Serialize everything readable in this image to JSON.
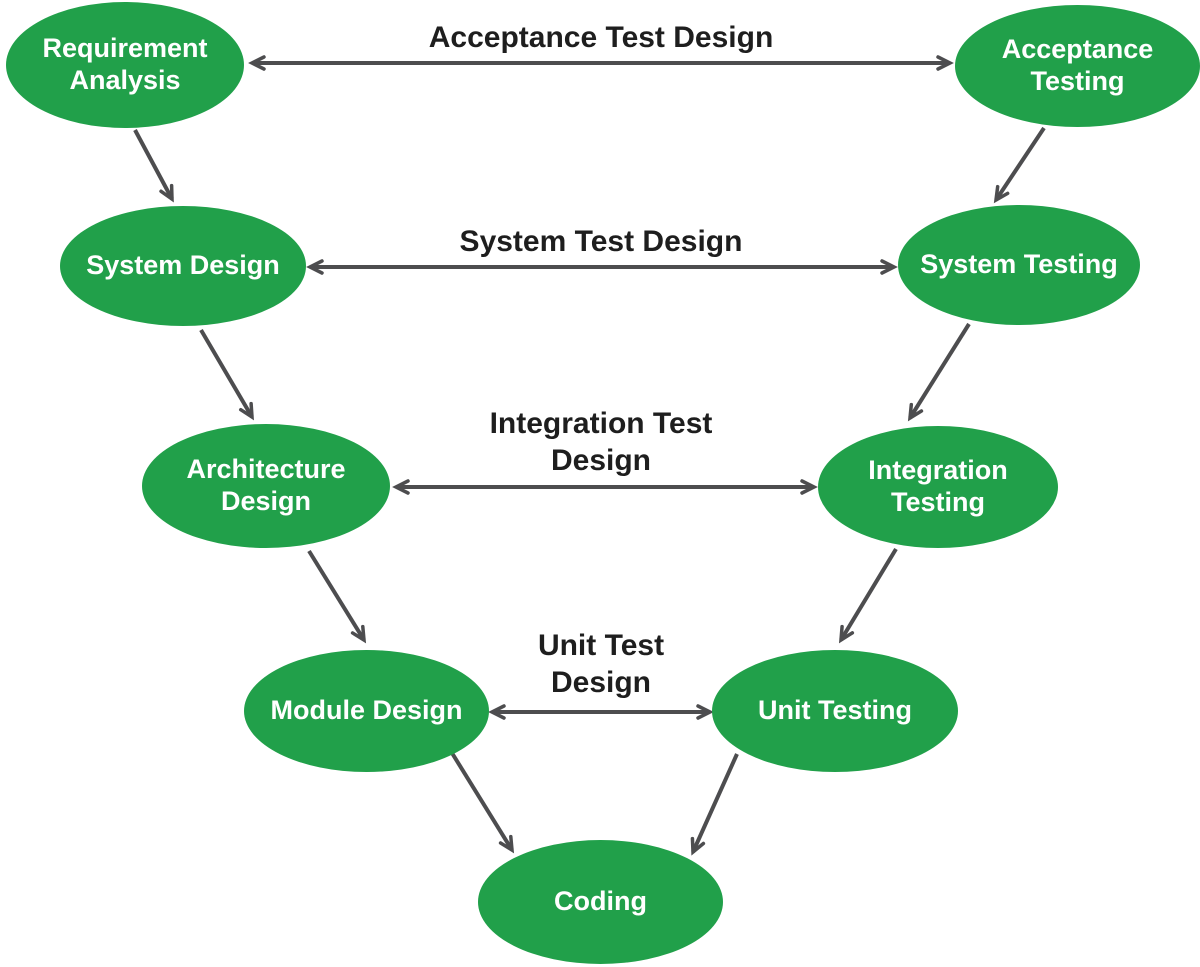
{
  "diagram": {
    "type": "v-model-lifecycle"
  },
  "nodes": [
    {
      "id": "requirement-analysis",
      "label": "Requirement\nAnalysis"
    },
    {
      "id": "acceptance-testing",
      "label": "Acceptance\nTesting"
    },
    {
      "id": "system-design",
      "label": "System Design"
    },
    {
      "id": "system-testing",
      "label": "System Testing"
    },
    {
      "id": "architecture-design",
      "label": "Architecture\nDesign"
    },
    {
      "id": "integration-testing",
      "label": "Integration\nTesting"
    },
    {
      "id": "module-design",
      "label": "Module Design"
    },
    {
      "id": "unit-testing",
      "label": "Unit Testing"
    },
    {
      "id": "coding",
      "label": "Coding"
    }
  ],
  "connectors": [
    {
      "label": "Acceptance Test Design",
      "between": [
        "requirement-analysis",
        "acceptance-testing"
      ],
      "style": "double-arrow"
    },
    {
      "label": "System Test Design",
      "between": [
        "system-design",
        "system-testing"
      ],
      "style": "double-arrow"
    },
    {
      "label": "Integration Test\nDesign",
      "between": [
        "architecture-design",
        "integration-testing"
      ],
      "style": "double-arrow"
    },
    {
      "label": "Unit Test\nDesign",
      "between": [
        "module-design",
        "unit-testing"
      ],
      "style": "double-arrow"
    }
  ],
  "edges": [
    {
      "from": "requirement-analysis",
      "to": "system-design"
    },
    {
      "from": "system-design",
      "to": "architecture-design"
    },
    {
      "from": "architecture-design",
      "to": "module-design"
    },
    {
      "from": "module-design",
      "to": "coding"
    },
    {
      "from": "acceptance-testing",
      "to": "system-testing"
    },
    {
      "from": "system-testing",
      "to": "integration-testing"
    },
    {
      "from": "integration-testing",
      "to": "unit-testing"
    },
    {
      "from": "unit-testing",
      "to": "coding"
    }
  ],
  "colors": {
    "node_fill": "#21A04A",
    "node_text": "#FFFFFF",
    "arrow": "#4D4D4F",
    "label_text": "#1E1E1E",
    "background": "#FFFFFF"
  }
}
